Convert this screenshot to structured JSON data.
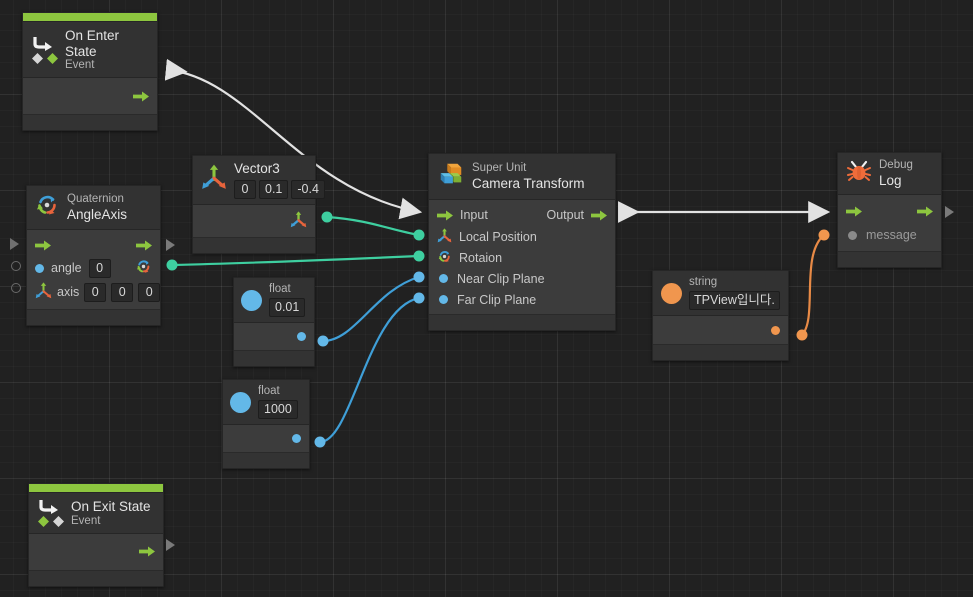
{
  "app": {
    "kind": "visual-scripting-node-graph",
    "background": "#212121",
    "grid_minor": "#262626",
    "grid_major": "#2e2e2e"
  },
  "colors": {
    "flow_green": "#8dc63f",
    "float_blue": "#63b8e8",
    "vector_teal": "#3ecfa0",
    "string_orange": "#f0964e",
    "control_white": "#e8e8e8",
    "node_body": "#3c3c3c",
    "node_header": "#323232",
    "node_footer": "#333333",
    "node_border": "#262626"
  },
  "nodes": {
    "on_enter_state": {
      "title_small": "On Enter State",
      "title_sub": "Event",
      "icon": "event-arrow-icon",
      "ports": {
        "out_flow": "flow-out-arrow"
      }
    },
    "quaternion_angleaxis": {
      "title_small": "Quaternion",
      "title_big": "AngleAxis",
      "icon": "rotation-icon",
      "rows": [
        {
          "name": "flow",
          "label": "",
          "icon": "flow-arrow-icon"
        },
        {
          "name": "angle",
          "label": "angle",
          "value": "0",
          "icon": "float-dot-icon"
        },
        {
          "name": "axis",
          "label": "axis",
          "values": [
            "0",
            "0",
            "0"
          ],
          "icon": "vector3-icon"
        }
      ]
    },
    "vector3": {
      "title": "Vector3",
      "icon": "vector3-icon",
      "values": [
        "0",
        "0.1",
        "-0.4"
      ],
      "out_port_icon": "vector3-icon"
    },
    "float_a": {
      "title": "float",
      "icon": "float-dot-icon",
      "value": "0.01"
    },
    "float_b": {
      "title": "float",
      "icon": "float-dot-icon",
      "value": "1000"
    },
    "super_unit": {
      "title_small": "Super Unit",
      "title_big": "Camera Transform",
      "icon": "super-unit-blocks-icon",
      "ports": [
        {
          "name": "input",
          "label": "Input",
          "icon": "flow-arrow-icon"
        },
        {
          "name": "output",
          "label": "Output",
          "icon": "flow-arrow-icon"
        },
        {
          "name": "local-position",
          "label": "Local Position",
          "icon": "vector3-icon"
        },
        {
          "name": "rotaion",
          "label": "Rotaion",
          "icon": "rotation-icon"
        },
        {
          "name": "near-clip-plane",
          "label": "Near Clip Plane",
          "icon": "float-dot-icon"
        },
        {
          "name": "far-clip-plane",
          "label": "Far Clip Plane",
          "icon": "float-dot-icon"
        }
      ]
    },
    "string_literal": {
      "title": "string",
      "icon": "string-dot-icon",
      "value": "TPView입니다."
    },
    "debug_log": {
      "title_small": "Debug",
      "title_big": "Log",
      "icon": "bug-icon",
      "rows": [
        {
          "name": "flow",
          "label": "",
          "icon": "flow-arrow-icon"
        },
        {
          "name": "message",
          "label": "message",
          "icon": "string-dot-icon"
        }
      ]
    },
    "on_exit_state": {
      "title_small": "On Exit State",
      "title_sub": "Event",
      "icon": "event-arrow-icon",
      "ports": {
        "out_flow": "flow-out-arrow"
      }
    }
  },
  "edges": [
    {
      "name": "enter-to-superunit",
      "from": "on_enter_state.out",
      "to": "super_unit.input",
      "color": "#e8e8e8",
      "type": "control"
    },
    {
      "name": "vector3-to-local-position",
      "from": "vector3.out",
      "to": "super_unit.local_position",
      "color": "#3ecfa0",
      "type": "data"
    },
    {
      "name": "quaternion-to-rotaion",
      "from": "quaternion_angleaxis.out",
      "to": "super_unit.rotaion",
      "color": "#3ecfa0",
      "type": "data"
    },
    {
      "name": "float-a-to-near-clip",
      "from": "float_a.out",
      "to": "super_unit.near_clip_plane",
      "color": "#63b8e8",
      "type": "data"
    },
    {
      "name": "float-b-to-far-clip",
      "from": "float_b.out",
      "to": "super_unit.far_clip_plane",
      "color": "#63b8e8",
      "type": "data"
    },
    {
      "name": "superunit-to-debug",
      "from": "super_unit.output",
      "to": "debug_log.input",
      "color": "#e8e8e8",
      "type": "control"
    },
    {
      "name": "string-to-message",
      "from": "string_literal.out",
      "to": "debug_log.message",
      "color": "#f0964e",
      "type": "data"
    }
  ]
}
